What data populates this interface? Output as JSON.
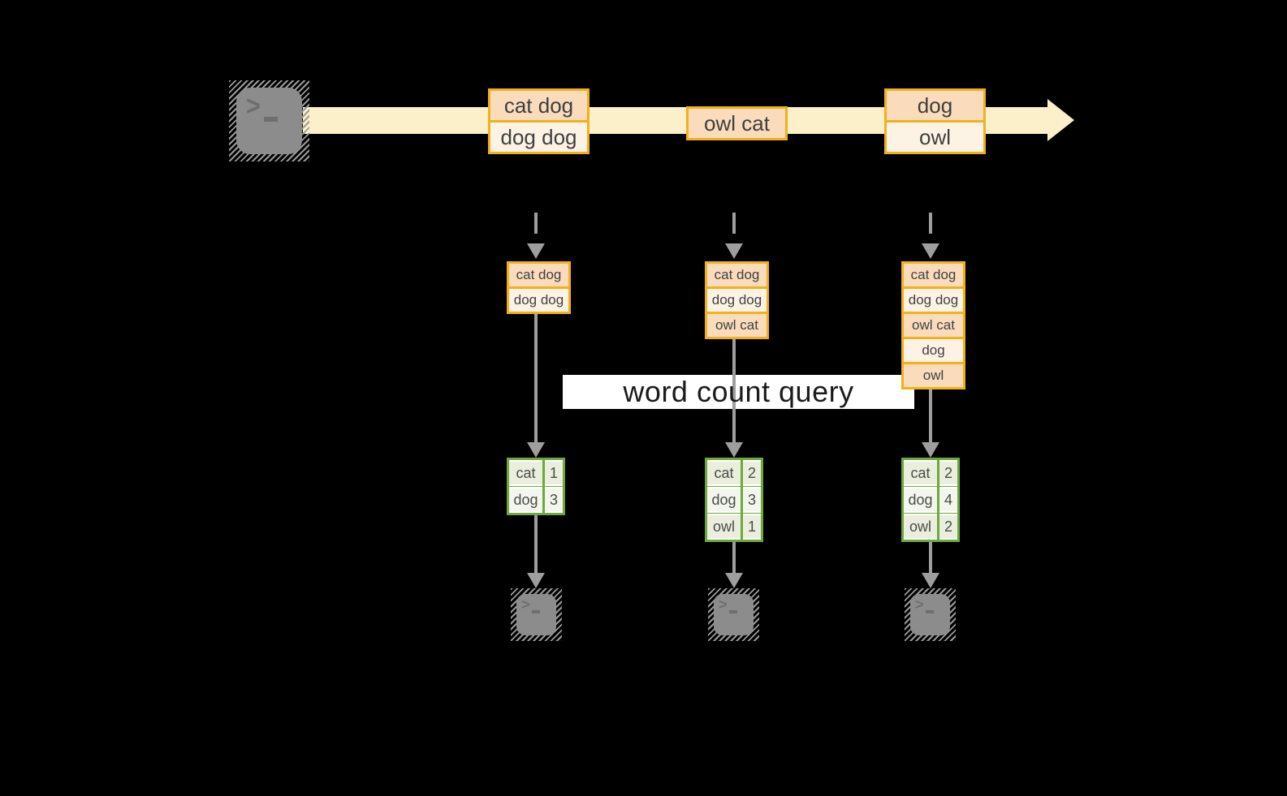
{
  "query_label": "word count query",
  "stream": {
    "batches": [
      {
        "records": [
          "cat dog",
          "dog dog"
        ]
      },
      {
        "records": [
          "owl cat"
        ]
      },
      {
        "records": [
          "dog",
          "owl"
        ]
      }
    ]
  },
  "columns": [
    {
      "micro_batch": [
        "cat dog",
        "dog dog"
      ],
      "word_counts": [
        {
          "word": "cat",
          "count": "1"
        },
        {
          "word": "dog",
          "count": "3"
        }
      ]
    },
    {
      "micro_batch": [
        "cat dog",
        "dog dog",
        "owl cat"
      ],
      "word_counts": [
        {
          "word": "cat",
          "count": "2"
        },
        {
          "word": "dog",
          "count": "3"
        },
        {
          "word": "owl",
          "count": "1"
        }
      ]
    },
    {
      "micro_batch": [
        "cat dog",
        "dog dog",
        "owl cat",
        "dog",
        "owl"
      ],
      "word_counts": [
        {
          "word": "cat",
          "count": "2"
        },
        {
          "word": "dog",
          "count": "4"
        },
        {
          "word": "owl",
          "count": "2"
        }
      ]
    }
  ],
  "icons": {
    "prompt_chevron": ">",
    "source_terminal": "terminal-icon",
    "sink_terminal": "terminal-icon"
  },
  "colors": {
    "background": "#000000",
    "stream_arrow": "#fbf0c9",
    "record_border": "#f0b11a",
    "record_fill": "#fadcbc",
    "record_fill_alt": "#fdf3e5",
    "table_border": "#6ea83f",
    "table_cell": "#e9efdc",
    "table_cell_alt": "#f3f6ec",
    "flow_arrow": "#9e9e9e",
    "terminal": "#8c8c8c",
    "query_band": "#ffffff"
  }
}
